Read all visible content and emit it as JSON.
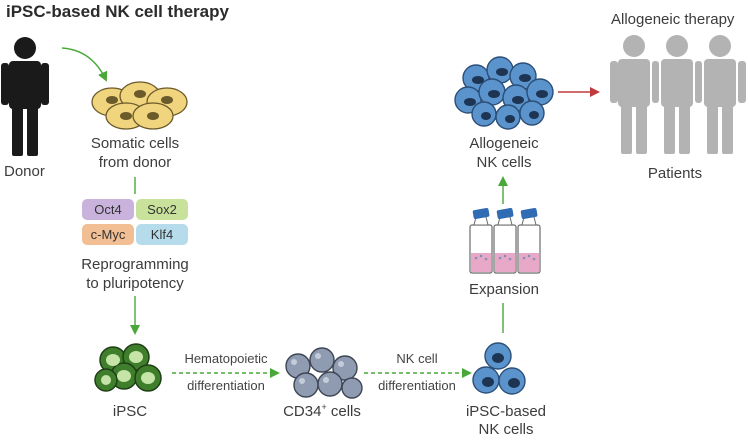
{
  "title": "iPSC-based NK cell therapy",
  "donor": {
    "label": "Donor"
  },
  "somatic": {
    "line1": "Somatic cells",
    "line2": "from donor"
  },
  "factors": [
    {
      "label": "Oct4",
      "color": "#c9b3dc"
    },
    {
      "label": "Sox2",
      "color": "#c8e29c"
    },
    {
      "label": "c-Myc",
      "color": "#f2bf95"
    },
    {
      "label": "Klf4",
      "color": "#b6dcec"
    }
  ],
  "reprogramming": {
    "line1": "Reprogramming",
    "line2": "to pluripotency"
  },
  "ipsc": {
    "label": "iPSC"
  },
  "step1": {
    "line1": "Hematopoietic",
    "line2": "differentiation"
  },
  "cd34": {
    "label_main": "CD34",
    "label_sup": "+",
    "label_tail": " cells"
  },
  "step2": {
    "line1": "NK cell",
    "line2": "differentiation"
  },
  "ipsc_nk": {
    "line1": "iPSC-based",
    "line2": "NK cells"
  },
  "expansion": {
    "label": "Expansion"
  },
  "allo_nk": {
    "line1": "Allogeneic",
    "line2": "NK cells"
  },
  "allo_therapy": {
    "label": "Allogeneic therapy"
  },
  "patients": {
    "label": "Patients"
  },
  "colors": {
    "green_arrow": "#4aa83a",
    "red_arrow": "#c0393b",
    "donor_figure": "#1a1a1a",
    "patient_figure": "#b3b3b3",
    "somatic_cell": "#f0d47e",
    "ipsc_cell": "#3f7f2c",
    "cd34_cell": "#8f9bb0",
    "nk_cell": "#5b93cc",
    "flask_cap": "#2f6cb3",
    "flask_media": "#e7a9c7"
  }
}
